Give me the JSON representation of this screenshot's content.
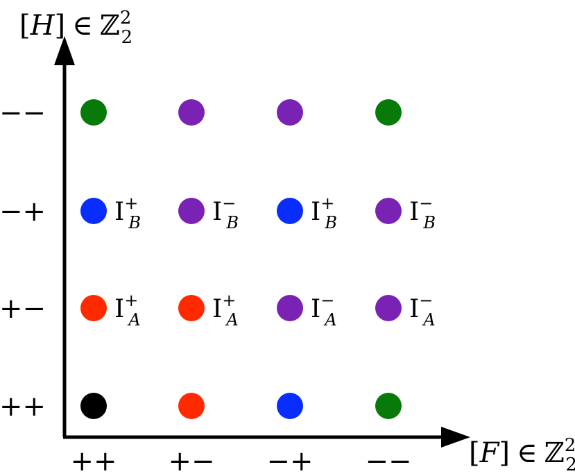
{
  "axes": {
    "y_label": {
      "bracket_open": "[",
      "symbol": "H",
      "bracket_close": "]",
      "in": "∈",
      "set": "ℤ",
      "sub": "2",
      "sup": "2"
    },
    "x_label": {
      "bracket_open": "[",
      "symbol": "F",
      "bracket_close": "]",
      "in": "∈",
      "set": "ℤ",
      "sub": "2",
      "sup": "2"
    },
    "x_ticks": [
      "++",
      "+−",
      "−+",
      "−−"
    ],
    "y_ticks": [
      "++",
      "+−",
      "−+",
      "−−"
    ]
  },
  "grid": [
    {
      "row": 0,
      "col": 0,
      "color": "#000000",
      "label": null
    },
    {
      "row": 0,
      "col": 1,
      "color": "#ff2a00",
      "label": null
    },
    {
      "row": 0,
      "col": 2,
      "color": "#0a2dff",
      "label": null
    },
    {
      "row": 0,
      "col": 3,
      "color": "#087a0a",
      "label": null
    },
    {
      "row": 1,
      "col": 0,
      "color": "#ff2a00",
      "label": {
        "base": "I",
        "sup": "+",
        "sub": "A"
      }
    },
    {
      "row": 1,
      "col": 1,
      "color": "#ff2a00",
      "label": {
        "base": "I",
        "sup": "+",
        "sub": "A"
      }
    },
    {
      "row": 1,
      "col": 2,
      "color": "#7a22b4",
      "label": {
        "base": "I",
        "sup": "−",
        "sub": "A"
      }
    },
    {
      "row": 1,
      "col": 3,
      "color": "#7a22b4",
      "label": {
        "base": "I",
        "sup": "−",
        "sub": "A"
      }
    },
    {
      "row": 2,
      "col": 0,
      "color": "#0a2dff",
      "label": {
        "base": "I",
        "sup": "+",
        "sub": "B"
      }
    },
    {
      "row": 2,
      "col": 1,
      "color": "#7a22b4",
      "label": {
        "base": "I",
        "sup": "−",
        "sub": "B"
      }
    },
    {
      "row": 2,
      "col": 2,
      "color": "#0a2dff",
      "label": {
        "base": "I",
        "sup": "+",
        "sub": "B"
      }
    },
    {
      "row": 2,
      "col": 3,
      "color": "#7a22b4",
      "label": {
        "base": "I",
        "sup": "−",
        "sub": "B"
      }
    },
    {
      "row": 3,
      "col": 0,
      "color": "#087a0a",
      "label": null
    },
    {
      "row": 3,
      "col": 1,
      "color": "#7a22b4",
      "label": null
    },
    {
      "row": 3,
      "col": 2,
      "color": "#7a22b4",
      "label": null
    },
    {
      "row": 3,
      "col": 3,
      "color": "#087a0a",
      "label": null
    }
  ]
}
